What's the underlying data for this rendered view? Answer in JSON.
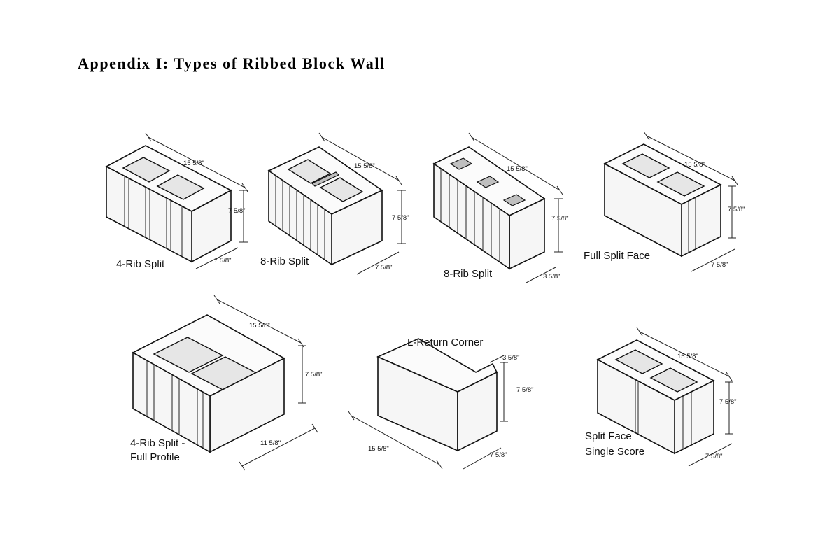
{
  "document": {
    "title": "Appendix I: Types of Ribbed Block Wall"
  },
  "blocks": [
    {
      "name": "4-Rib Split",
      "dims": [
        "15 5/8\"",
        "7 5/8\"",
        "7 5/8\""
      ]
    },
    {
      "name": "8-Rib Split",
      "dims": [
        "15 5/8\"",
        "7 5/8\"",
        "7 5/8\""
      ]
    },
    {
      "name": "8-Rib Split",
      "dims": [
        "15 5/8\"",
        "7 5/8\"",
        "3 5/8\""
      ]
    },
    {
      "name": "Full Split Face",
      "dims": [
        "15 5/8\"",
        "7 5/8\"",
        "7 5/8\""
      ]
    },
    {
      "name_lines": [
        "4-Rib Split -",
        "Full Profile"
      ],
      "dims": [
        "15 5/8\"",
        "7 5/8\"",
        "11 5/8\""
      ]
    },
    {
      "name": "L-Return Corner",
      "dims": [
        "3 5/8\"",
        "7 5/8\"",
        "15 5/8\"",
        "7 5/8\""
      ]
    },
    {
      "name_lines": [
        "Split Face",
        "Single Score"
      ],
      "dims": [
        "15 5/8\"",
        "7 5/8\"",
        "7 5/8\""
      ]
    }
  ]
}
